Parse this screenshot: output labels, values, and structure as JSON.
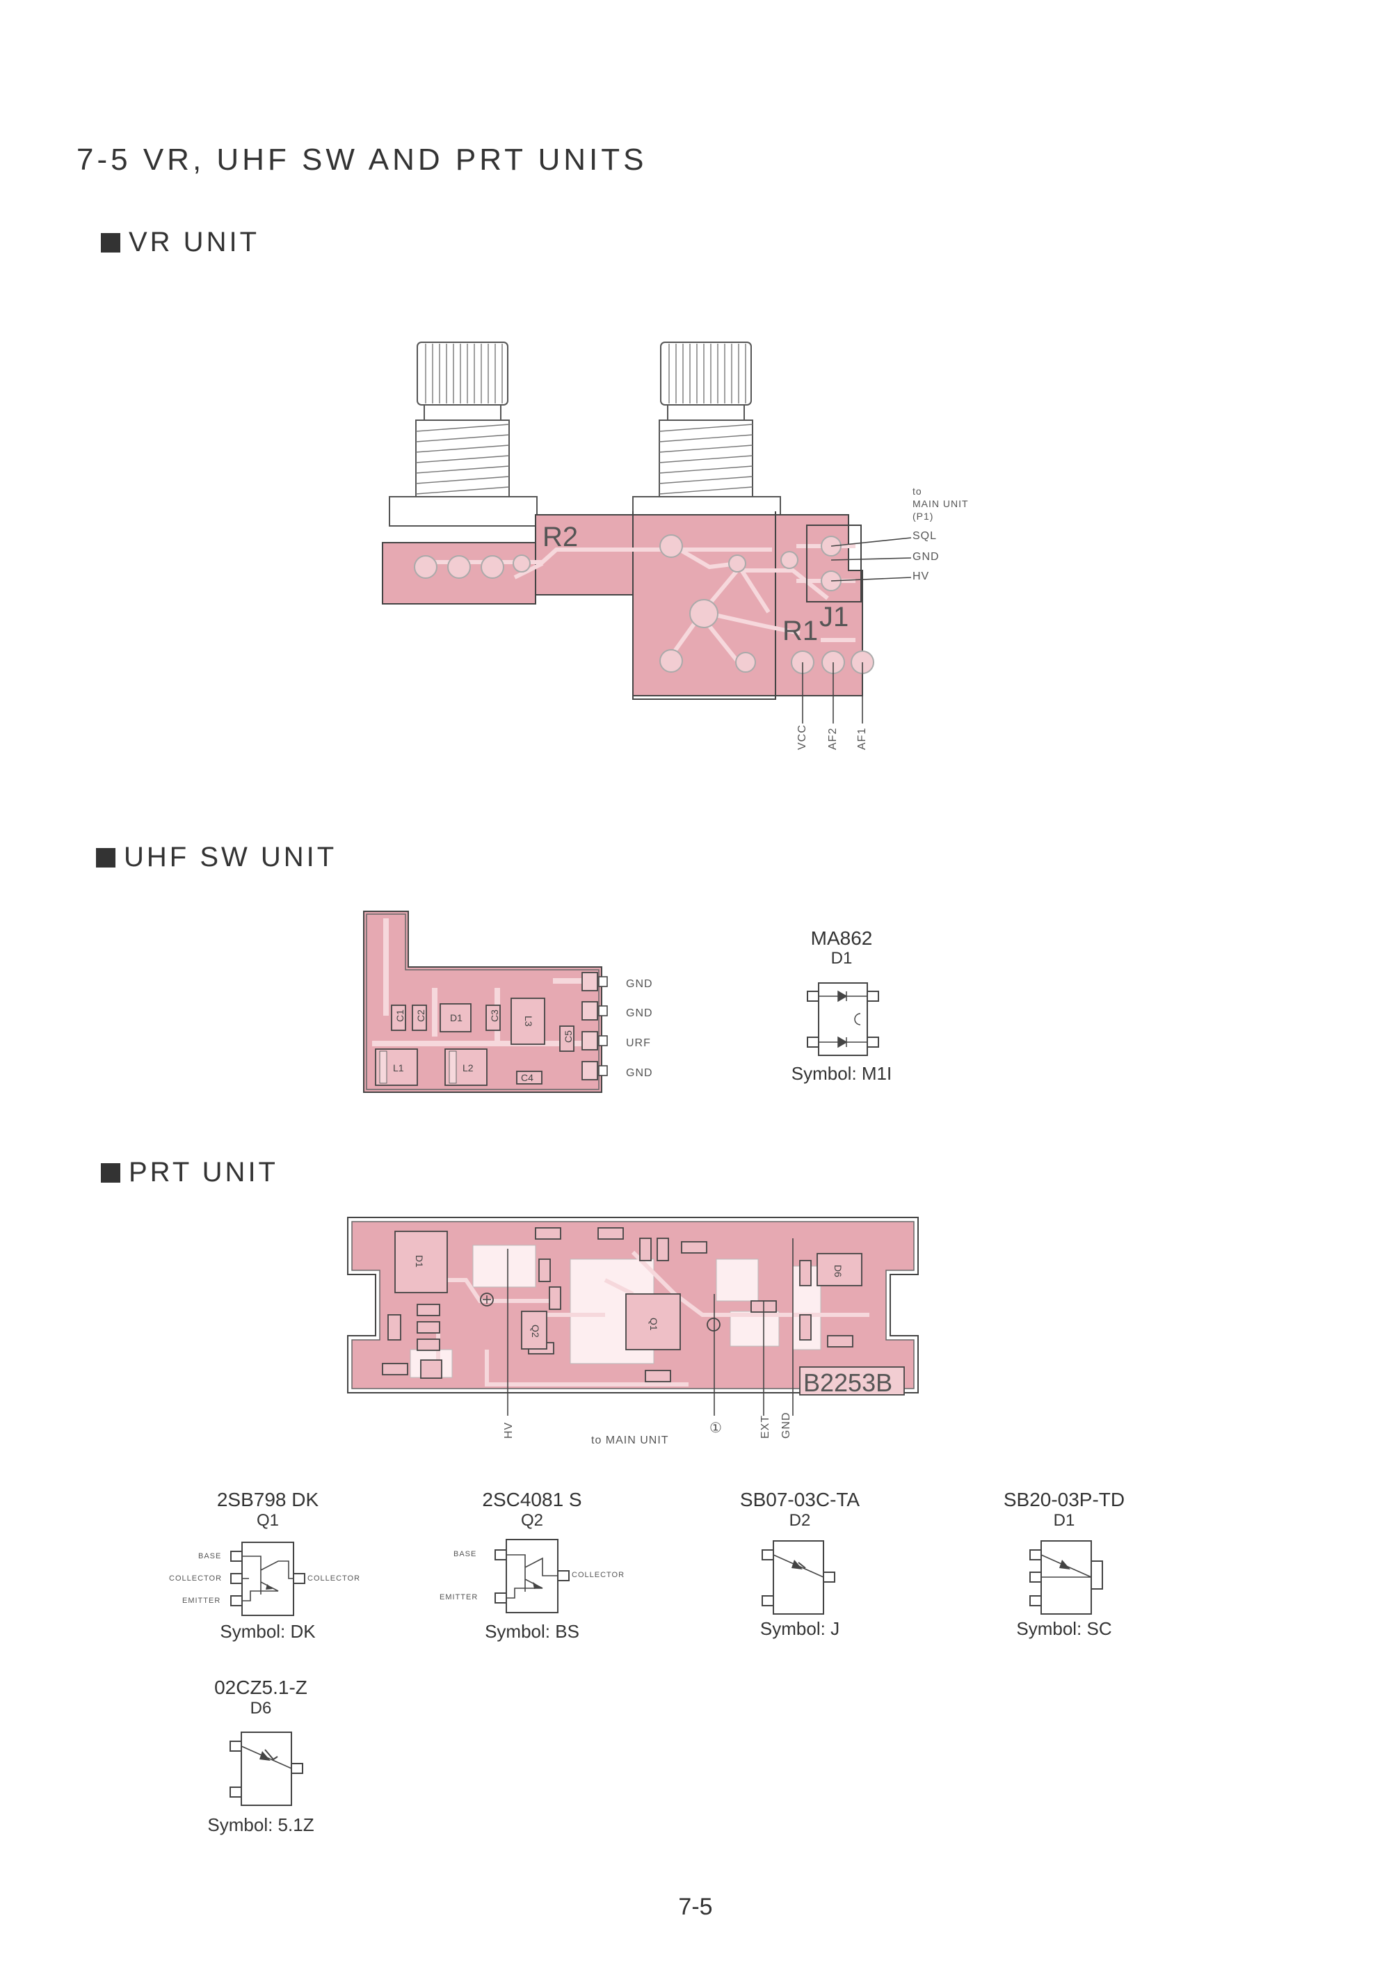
{
  "page": {
    "title": "7-5   VR, UHF SW AND PRT UNITS",
    "page_number": "7-5"
  },
  "vr_unit": {
    "heading": "VR  UNIT",
    "silkscreen": {
      "r2": "R2",
      "r1": "R1",
      "j1": "J1"
    },
    "to_main": [
      "to",
      "MAIN UNIT",
      "(P1)"
    ],
    "pins_right": [
      "SQL",
      "GND",
      "HV"
    ],
    "pins_bottom": [
      "VCC",
      "AF2",
      "AF1"
    ]
  },
  "uhf_sw_unit": {
    "heading": "UHF  SW  UNIT",
    "pins": [
      "GND",
      "GND",
      "URF",
      "GND"
    ],
    "components": {
      "c1": "C1",
      "c2": "C2",
      "d1": "D1",
      "c3": "C3",
      "l3": "L3",
      "c5": "C5",
      "l1": "L1",
      "l2": "L2",
      "c4": "C4"
    },
    "diode": {
      "part": "MA862",
      "ref": "D1",
      "symbol": "Symbol: M1I"
    }
  },
  "prt_unit": {
    "heading": "PRT  UNIT",
    "board_id": "B2253B",
    "bottom_labels": {
      "hv": "HV",
      "circle": "①",
      "ext": "EXT",
      "gnd": "GND"
    },
    "to_main": "to MAIN UNIT",
    "parts": [
      {
        "part": "2SB798  DK",
        "ref": "Q1",
        "symbol": "Symbol: DK",
        "pins": [
          "BASE",
          "COLLECTOR",
          "EMITTER",
          "COLLECTOR"
        ]
      },
      {
        "part": "2SC4081  S",
        "ref": "Q2",
        "symbol": "Symbol: BS",
        "pins": [
          "BASE",
          "EMITTER",
          "COLLECTOR"
        ]
      },
      {
        "part": "SB07-03C-TA",
        "ref": "D2",
        "symbol": "Symbol: J"
      },
      {
        "part": "SB20-03P-TD",
        "ref": "D1",
        "symbol": "Symbol: SC"
      },
      {
        "part": "02CZ5.1-Z",
        "ref": "D6",
        "symbol": "Symbol: 5.1Z"
      }
    ]
  }
}
